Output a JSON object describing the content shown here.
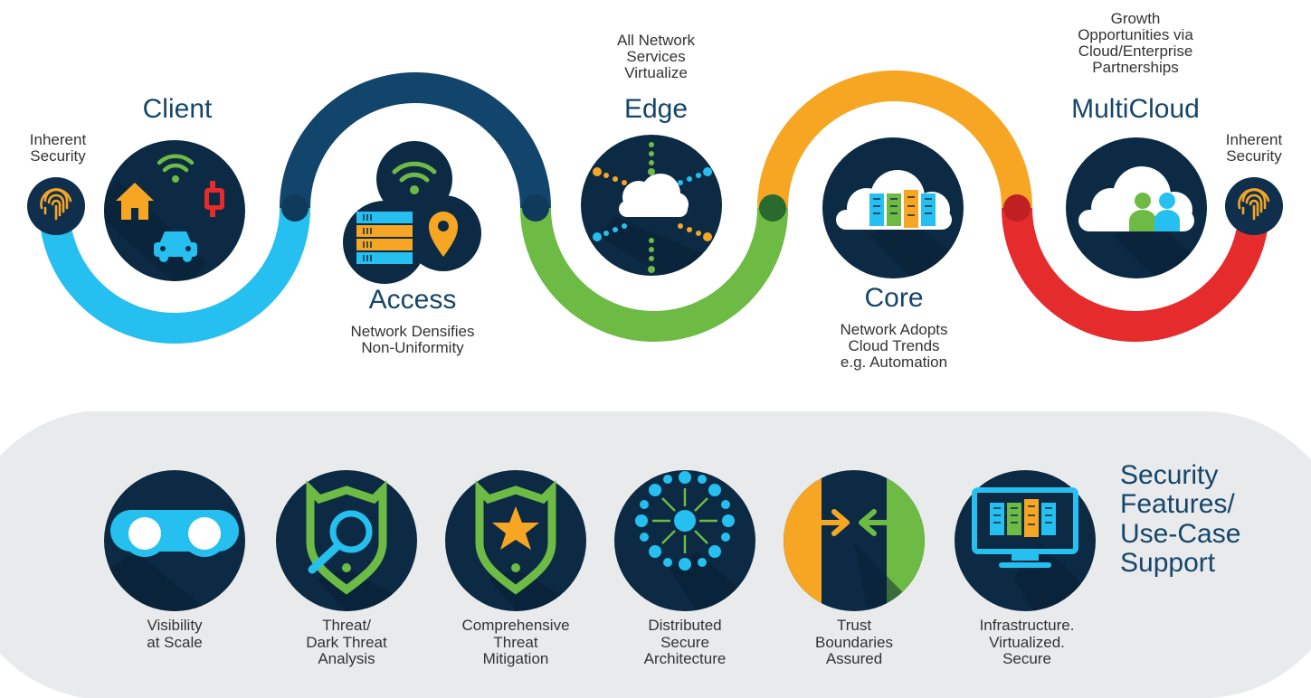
{
  "colors": {
    "blue_light": "#25c0ef",
    "navy": "#12456b",
    "green": "#6dbb45",
    "orange": "#f6a623",
    "red": "#e52b2b",
    "circle_dark": "#0c2a44",
    "panel_gray": "#e9eaeb"
  },
  "left_security": {
    "label": "Inherent\nSecurity",
    "icon": "fingerprint-icon"
  },
  "right_security": {
    "label": "Inherent\nSecurity",
    "icon": "fingerprint-icon"
  },
  "stages": [
    {
      "title": "Client",
      "description": "",
      "icon": "devices-icon"
    },
    {
      "title": "Access",
      "description": "Network Densifies\nNon-Uniformity",
      "icon": "access-icon"
    },
    {
      "title": "Edge",
      "description": "All Network\nServices\nVirtualize",
      "icon": "edge-cloud-icon"
    },
    {
      "title": "Core",
      "description": "Network Adopts\nCloud Trends\ne.g. Automation",
      "icon": "core-cloud-icon"
    },
    {
      "title": "MultiCloud",
      "description": "Growth\nOpportunities via\nCloud/Enterprise\nPartnerships",
      "icon": "multicloud-icon"
    }
  ],
  "security": {
    "title": "Security\nFeatures/\nUse-Case\nSupport",
    "features": [
      {
        "label": "Visibility\nat Scale",
        "icon": "binoculars-icon"
      },
      {
        "label": "Threat/\nDark Threat\nAnalysis",
        "icon": "shield-search-icon"
      },
      {
        "label": "Comprehensive\nThreat\nMitigation",
        "icon": "shield-star-icon"
      },
      {
        "label": "Distributed\nSecure\nArchitecture",
        "icon": "distributed-network-icon"
      },
      {
        "label": "Trust\nBoundaries\nAssured",
        "icon": "trust-boundary-icon"
      },
      {
        "label": "Infrastructure.\nVirtualized.\nSecure",
        "icon": "monitor-servers-icon"
      }
    ]
  }
}
